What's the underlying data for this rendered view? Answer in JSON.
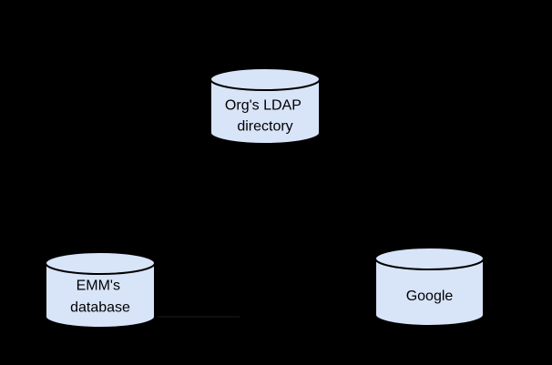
{
  "diagram": {
    "background_color": "#000000",
    "node_fill_color": "#d8e4f8",
    "node_stroke_color": "#000000",
    "label_color": "#000000",
    "nodes": [
      {
        "id": "org-ldap-directory",
        "shape": "database-cylinder",
        "label_lines": [
          "Org's LDAP",
          "directory"
        ]
      },
      {
        "id": "emm-database",
        "shape": "database-cylinder",
        "label_lines": [
          "EMM's",
          "database"
        ]
      },
      {
        "id": "google",
        "shape": "database-cylinder",
        "label_lines": [
          "Google"
        ]
      }
    ],
    "connectors": [
      {
        "id": "emm-database-to-google",
        "appearance": "faint dark horizontal line"
      }
    ]
  }
}
